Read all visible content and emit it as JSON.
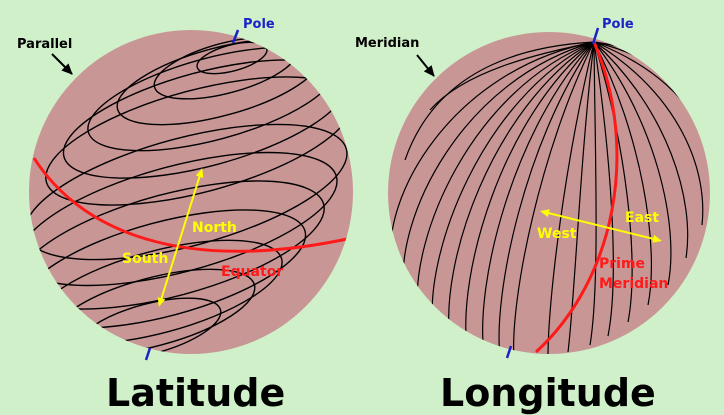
{
  "latitude": {
    "title": "Latitude",
    "labels": {
      "parallel": "Parallel",
      "pole": "Pole",
      "north": "North",
      "south": "South",
      "equator": "Equator"
    }
  },
  "longitude": {
    "title": "Longitude",
    "labels": {
      "meridian": "Meridian",
      "pole": "Pole",
      "east": "East",
      "west": "West",
      "prime_line1": "Prime",
      "prime_line2": "Meridian"
    }
  },
  "colors": {
    "background": "#cff0c9",
    "sphere": "#c99696",
    "line": "#000000",
    "equator": "#ff1a1a",
    "arrow": "#ffff00",
    "pole": "#1a22c8"
  }
}
